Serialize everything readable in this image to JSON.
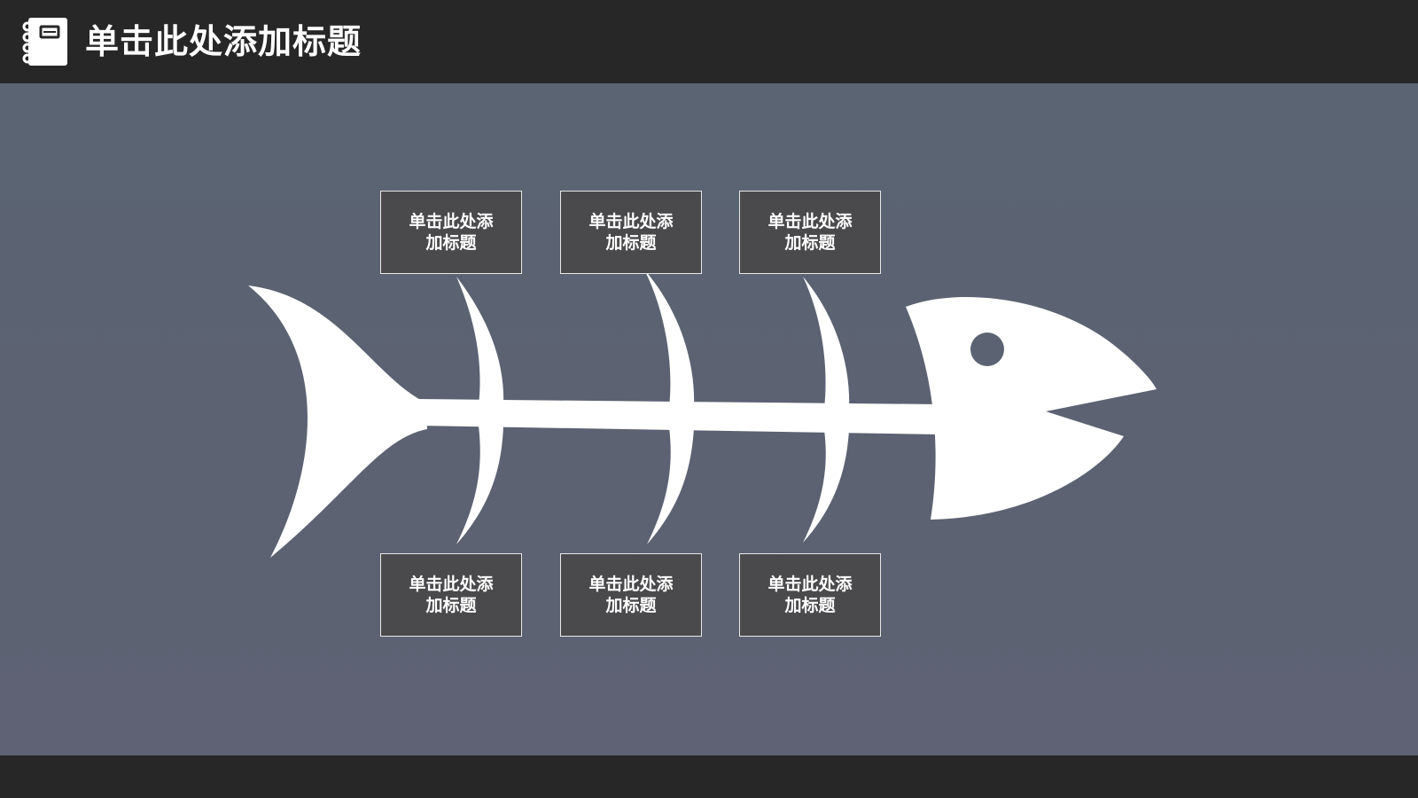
{
  "header": {
    "title": "单击此处添加标题",
    "icon": "notebook-icon"
  },
  "diagram": {
    "type": "fishbone",
    "top_boxes": [
      {
        "label": "单击此处添加标题"
      },
      {
        "label": "单击此处添加标题"
      },
      {
        "label": "单击此处添加标题"
      }
    ],
    "bottom_boxes": [
      {
        "label": "单击此处添加标题"
      },
      {
        "label": "单击此处添加标题"
      },
      {
        "label": "单击此处添加标题"
      }
    ]
  },
  "colors": {
    "bar": "#272727",
    "background": "#5b6373",
    "box_fill": "#4a4a4c",
    "box_border": "#e8e8e8",
    "fish": "#ffffff",
    "text": "#ffffff"
  }
}
